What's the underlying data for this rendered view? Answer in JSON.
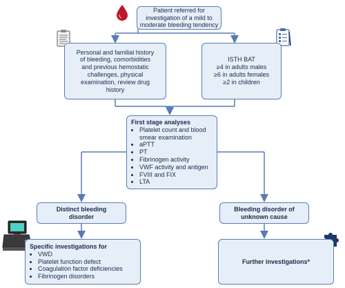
{
  "referral": {
    "lines": [
      "Patient referred for",
      "investigation of a mild to",
      "moderate bleeding tendency"
    ]
  },
  "history": {
    "lines": [
      "Personal and familial history",
      "of bleeding, comorbidities",
      "and previous hemostatic",
      "challenges, physical",
      "examination, review drug",
      "history"
    ]
  },
  "isth": {
    "lines": [
      "ISTH BAT",
      "≥4 in adults males",
      "≥6 in adults females",
      "≥2 in children"
    ]
  },
  "first_stage": {
    "title": "First stage analyses",
    "items": [
      "Platelet count and blood smear examination",
      "aPTT",
      "PT",
      "Fibrinogen activity",
      "VWF activity and antigen",
      "FVIII and FIX",
      "LTA"
    ]
  },
  "distinct": {
    "lines": [
      "Distinct bleeding",
      "disorder"
    ]
  },
  "unknown": {
    "lines": [
      "Bleeding disorder of",
      "unknown cause"
    ]
  },
  "specific": {
    "title": "Specific investigations for",
    "items": [
      "VWD",
      "Platelet function defect",
      "Coagulation factor deficiencies",
      "Fibrinogen disorders"
    ]
  },
  "further": {
    "label": "Further investigations*"
  },
  "icons": [
    "blood-drop-icon",
    "clipboard-icon",
    "checklist-clipboard-icon",
    "lab-analyzer-icon",
    "puzzle-piece-icon"
  ],
  "colors": {
    "box_fill": "#e6eef8",
    "box_border": "#5a7bb5",
    "arrow": "#5a7bb5",
    "drop": "#c0162c",
    "puzzle": "#1f3864"
  }
}
